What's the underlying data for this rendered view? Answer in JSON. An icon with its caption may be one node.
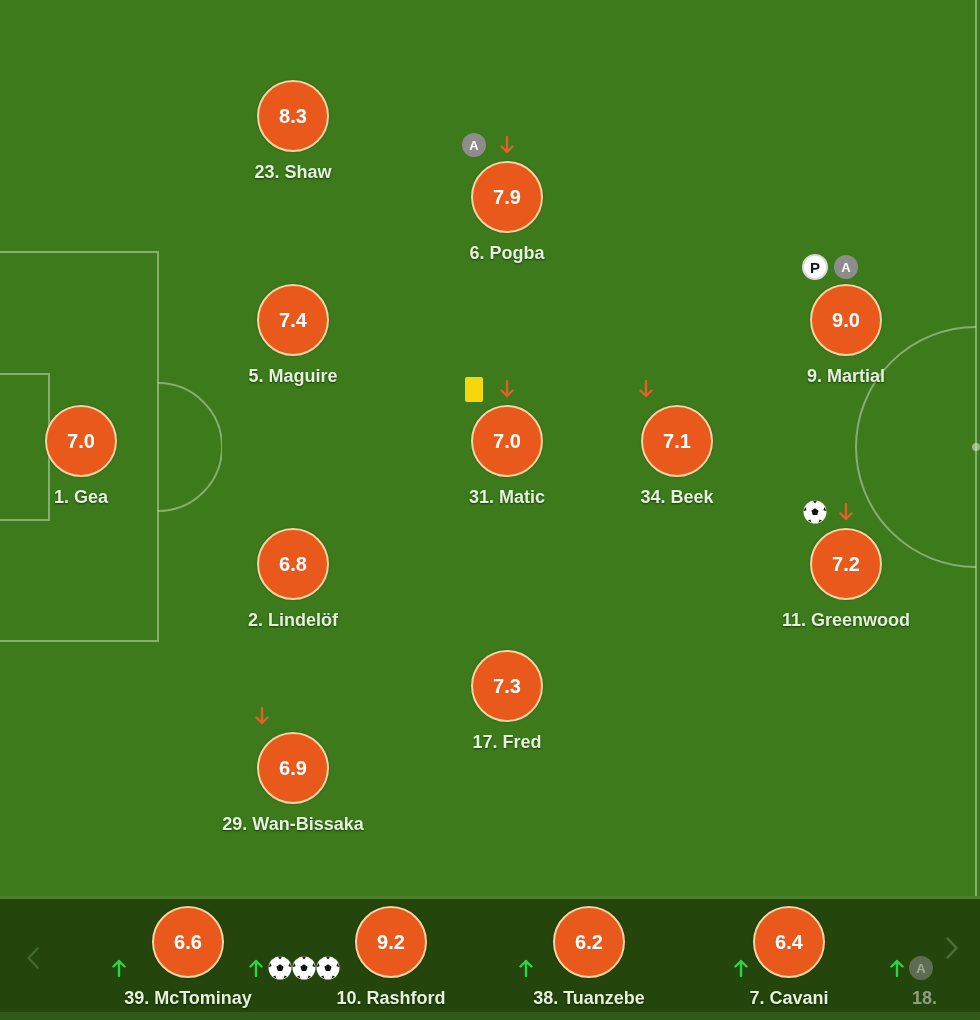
{
  "diagram": {
    "nodes": [
      {
        "text": [
          "8.3"
        ],
        "beside": [
          "23. Shaw"
        ]
      },
      {
        "text": [
          "A"
        ]
      },
      {
        "text": [
          "7.9"
        ],
        "beside": [
          "6. Pogba"
        ]
      },
      {
        "text": [
          "P"
        ]
      },
      {
        "text": [
          "A"
        ]
      },
      {
        "text": [
          "7.4"
        ],
        "beside": [
          "5. Maguire"
        ]
      },
      {
        "text": [
          "9.0"
        ],
        "beside": [
          "9. Martial"
        ]
      },
      {
        "text": [
          "7.0"
        ],
        "beside": [
          "1. Gea"
        ]
      },
      {
        "text": [
          "7.0"
        ],
        "beside": [
          "31. Matic"
        ]
      },
      {
        "text": [
          "7.1"
        ],
        "beside": [
          "34. Beek"
        ]
      },
      {
        "text": [
          "6.8"
        ],
        "beside": [
          "2. Lindelöf"
        ]
      },
      {
        "text": [
          "7.2"
        ],
        "beside": [
          "11. Greenwood"
        ]
      },
      {
        "text": [
          "7.3"
        ],
        "beside": [
          "17. Fred"
        ]
      },
      {
        "text": [
          "6.9"
        ],
        "beside": [
          "29. Wan-Bissaka"
        ]
      },
      {
        "text": [
          "6.6"
        ],
        "beside": [
          "39. McTominay"
        ]
      },
      {
        "text": [
          "9.2"
        ],
        "beside": [
          "10. Rashford"
        ]
      },
      {
        "text": [
          "6.2"
        ],
        "beside": [
          "38. Tuanzebe"
        ]
      },
      {
        "text": [
          "6.4"
        ],
        "beside": [
          "7. Cavani"
        ]
      },
      {
        "text": [
          "A"
        ]
      }
    ],
    "edges": [],
    "labels": [
      "18."
    ]
  }
}
